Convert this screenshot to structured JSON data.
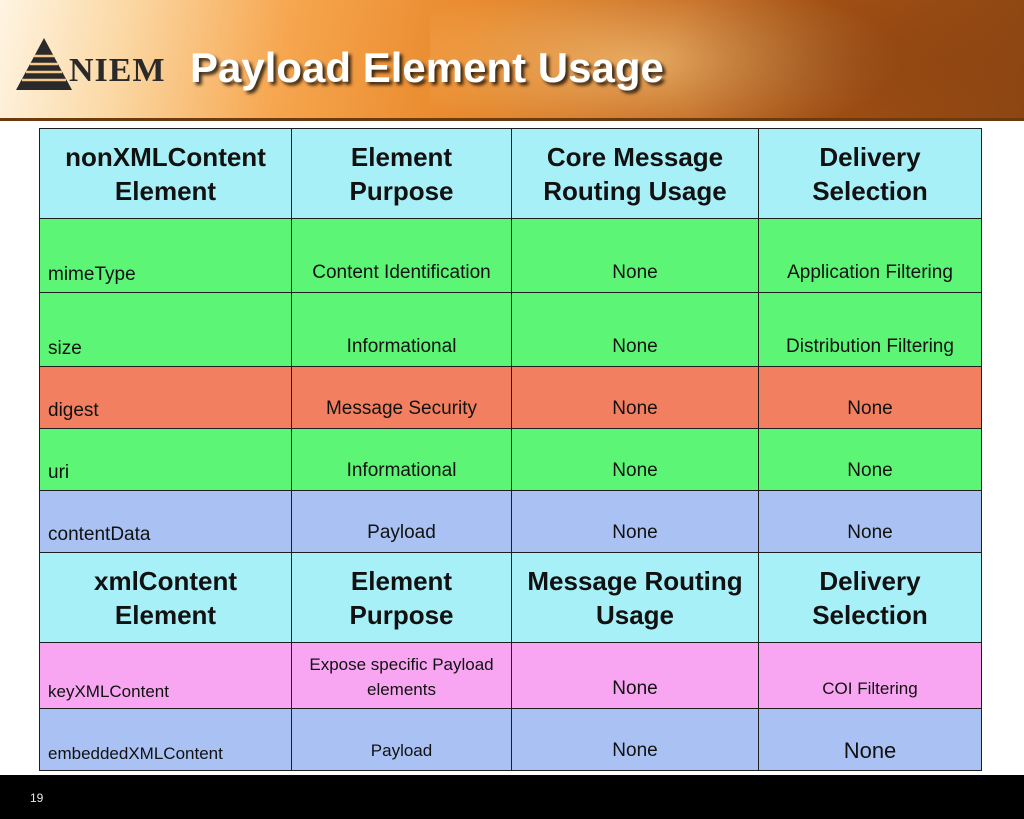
{
  "logo": {
    "text": "NIEM"
  },
  "title": "Payload Element Usage",
  "table1": {
    "headers": [
      "nonXMLContent Element",
      "Element Purpose",
      "Core Message Routing  Usage",
      "Delivery Selection"
    ],
    "rows": [
      [
        "mimeType",
        "Content Identification",
        "None",
        "Application Filtering"
      ],
      [
        "size",
        "Informational",
        "None",
        "Distribution Filtering"
      ],
      [
        "digest",
        "Message Security",
        "None",
        "None"
      ],
      [
        "uri",
        "Informational",
        "None",
        "None"
      ],
      [
        "contentData",
        "Payload",
        "None",
        "None"
      ]
    ]
  },
  "table2": {
    "headers": [
      "xmlContent Element",
      "Element Purpose",
      "Message Routing  Usage",
      "Delivery Selection"
    ],
    "rows": [
      [
        "keyXMLContent",
        "Expose specific Payload elements",
        "None",
        "COI Filtering"
      ],
      [
        "embeddedXMLContent",
        "Payload",
        "None",
        "None"
      ]
    ]
  },
  "footer": {
    "page_number": "19"
  },
  "colors": {
    "header_cell": "#a8f0f7",
    "green_row": "#5cf575",
    "red_row": "#f28060",
    "blue_row": "#a9c2f3",
    "pink_row": "#f8a6f2"
  }
}
